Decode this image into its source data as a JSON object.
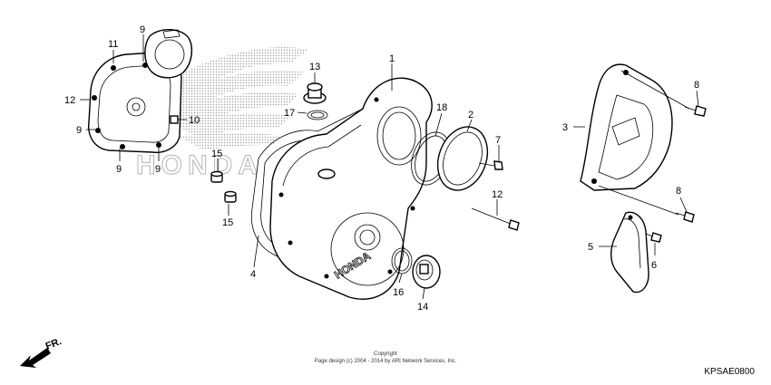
{
  "diagram": {
    "callouts": [
      {
        "id": "c-11a",
        "label": "11"
      },
      {
        "id": "c-9a",
        "label": "9"
      },
      {
        "id": "c-12a",
        "label": "12"
      },
      {
        "id": "c-9b",
        "label": "9"
      },
      {
        "id": "c-9c",
        "label": "9"
      },
      {
        "id": "c-9d",
        "label": "9"
      },
      {
        "id": "c-10",
        "label": "10"
      },
      {
        "id": "c-13",
        "label": "13"
      },
      {
        "id": "c-17",
        "label": "17"
      },
      {
        "id": "c-1",
        "label": "1"
      },
      {
        "id": "c-18",
        "label": "18"
      },
      {
        "id": "c-2",
        "label": "2"
      },
      {
        "id": "c-7",
        "label": "7"
      },
      {
        "id": "c-12b",
        "label": "12"
      },
      {
        "id": "c-15a",
        "label": "15"
      },
      {
        "id": "c-15b",
        "label": "15"
      },
      {
        "id": "c-4",
        "label": "4"
      },
      {
        "id": "c-16",
        "label": "16"
      },
      {
        "id": "c-14",
        "label": "14"
      },
      {
        "id": "c-8a",
        "label": "8"
      },
      {
        "id": "c-3",
        "label": "3"
      },
      {
        "id": "c-8b",
        "label": "8"
      },
      {
        "id": "c-5",
        "label": "5"
      },
      {
        "id": "c-6",
        "label": "6"
      }
    ],
    "cover_brand": "HONDA",
    "watermark_text": "HONDA",
    "direction_label": "FR."
  },
  "footer": {
    "copyright_line1": "Copyright",
    "copyright_line2": "Page design (c) 2004 - 2014 by ARI Network Services, Inc.",
    "diagram_code": "KPSAE0800"
  }
}
